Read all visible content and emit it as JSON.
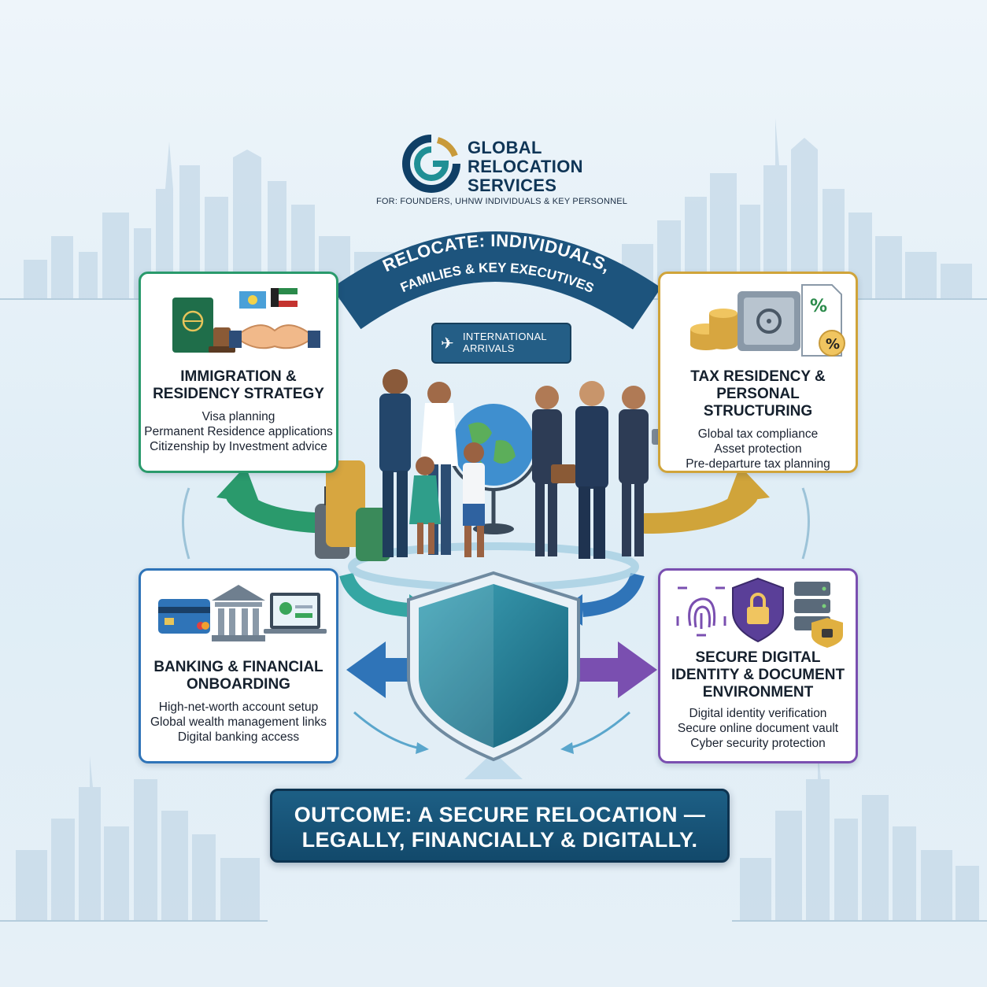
{
  "brand": {
    "name_lines": [
      "GLOBAL",
      "RELOCATION",
      "SERVICES"
    ],
    "tagline": "FOR: FOUNDERS, UHNW INDIVIDUALS & KEY PERSONNEL"
  },
  "banner": {
    "line1": "RELOCATE: INDIVIDUALS,",
    "line2": "FAMILIES & KEY EXECUTIVES"
  },
  "arrivals_sign": {
    "line1": "INTERNATIONAL",
    "line2": "ARRIVALS"
  },
  "cards": {
    "immigration": {
      "title_lines": [
        "IMMIGRATION &",
        "RESIDENCY STRATEGY"
      ],
      "items": [
        "Visa planning",
        "Permanent Residence applications",
        "Citizenship by Investment advice"
      ],
      "accent": "#2a9a6c"
    },
    "tax": {
      "title_lines": [
        "TAX RESIDENCY &",
        "PERSONAL STRUCTURING"
      ],
      "items": [
        "Global tax compliance",
        "Asset protection",
        "Pre-departure tax planning"
      ],
      "accent": "#d0a43a"
    },
    "banking": {
      "title_lines": [
        "BANKING & FINANCIAL",
        "ONBOARDING"
      ],
      "items": [
        "High-net-worth account setup",
        "Global wealth management links",
        "Digital banking access"
      ],
      "accent": "#2f74b8"
    },
    "security": {
      "title_lines": [
        "SECURE DIGITAL",
        "IDENTITY & DOCUMENT",
        "ENVIRONMENT"
      ],
      "items": [
        "Digital identity verification",
        "Secure online document vault",
        "Cyber security protection"
      ],
      "accent": "#7a4fb0"
    }
  },
  "outcome": {
    "line1": "OUTCOME: A SECURE RELOCATION —",
    "line2": "LEGALLY, FINANCIALLY & DIGITALLY."
  },
  "icons": [
    "passport-icon",
    "stamp-icon",
    "flags-icon",
    "handshake-icon",
    "coins-icon",
    "safe-icon",
    "tax-document-icon",
    "credit-card-icon",
    "bank-icon",
    "laptop-icon",
    "fingerprint-icon",
    "padlock-shield-icon",
    "server-icon",
    "airplane-icon",
    "shield-icon",
    "globe-icon"
  ],
  "colors": {
    "navy": "#12496b",
    "teal": "#1f8f95",
    "green": "#2a9a6c",
    "gold": "#d0a43a",
    "blue": "#2f74b8",
    "purple": "#7a4fb0"
  }
}
